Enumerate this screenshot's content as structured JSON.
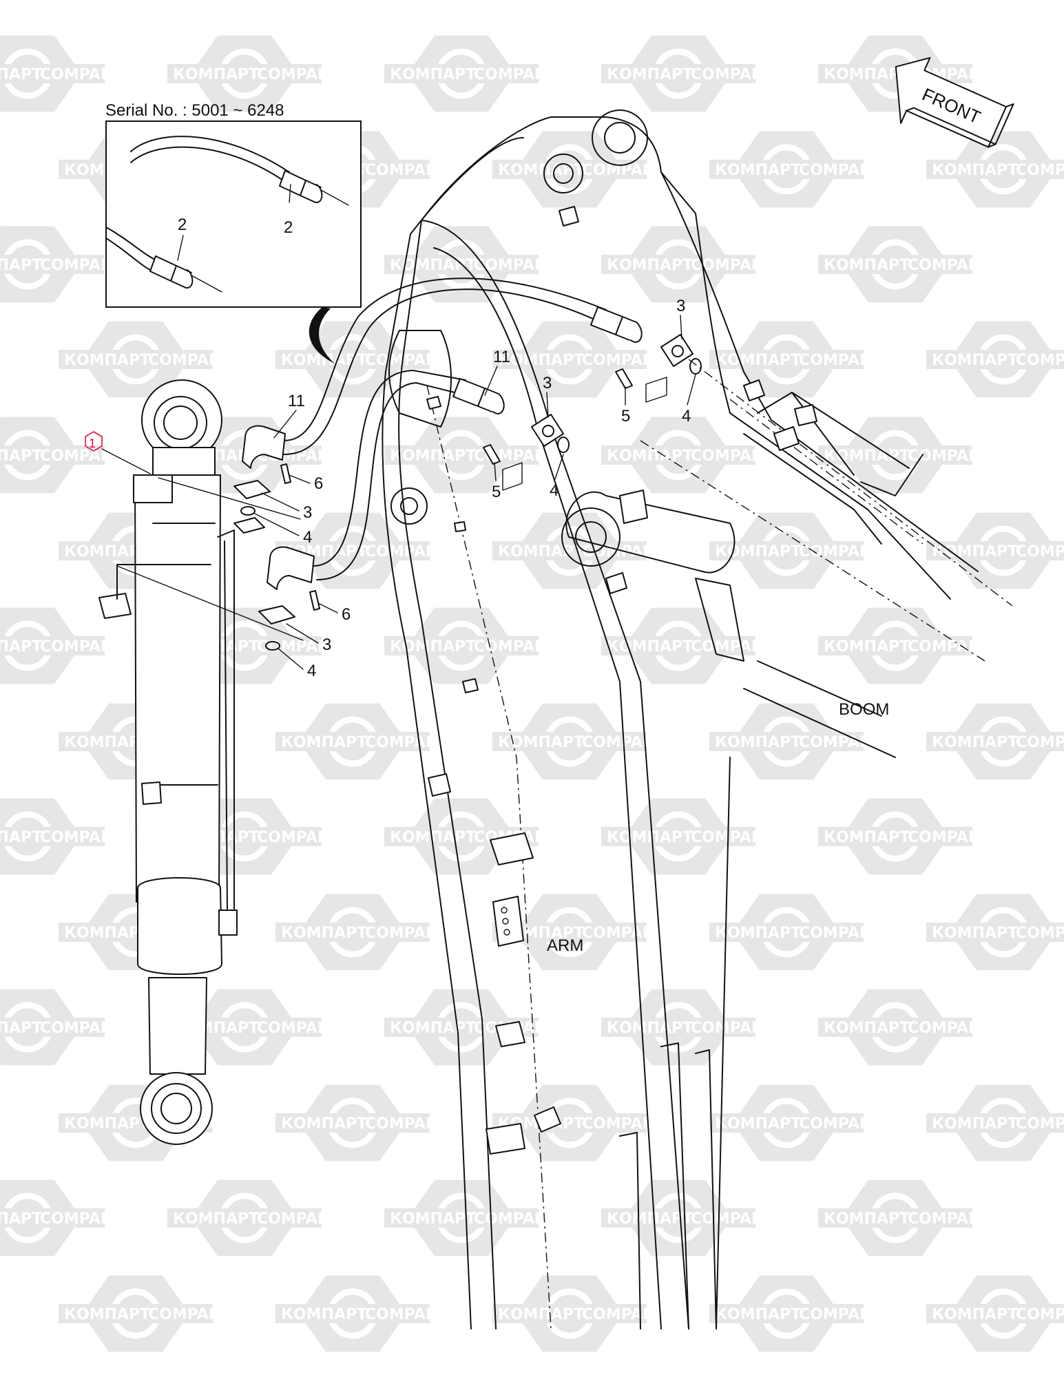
{
  "watermark": {
    "text_cyrillic": "КОМПАРТ",
    "text_latin": "COMPART"
  },
  "inset": {
    "serial_label": "Serial No. : 5001 ~ 6248",
    "callouts": [
      "2",
      "2"
    ]
  },
  "direction_arrow": {
    "label": "FRONT"
  },
  "region_labels": {
    "boom": "BOOM",
    "arm": "ARM"
  },
  "callouts": {
    "cylinder": "1",
    "hose_upper": "11",
    "hose_lower": "11",
    "flange_a": "3",
    "flange_b": "3",
    "flange_c": "3",
    "flange_d": "3",
    "oring_a": "4",
    "oring_b": "4",
    "oring_c": "4",
    "oring_d": "4",
    "bolt_a": "5",
    "bolt_b": "5",
    "bolt_c": "6",
    "bolt_d": "6"
  },
  "colors": {
    "line": "#111111",
    "watermark": "#e6e6e6",
    "highlight": "#e8103a"
  }
}
